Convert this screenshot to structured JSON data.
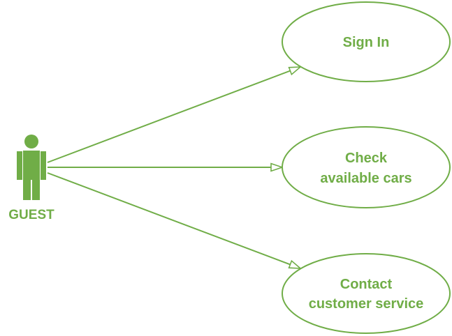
{
  "colors": {
    "accent": "#70ad47",
    "background": "#ffffff"
  },
  "actor": {
    "icon": "person-icon",
    "label": "GUEST"
  },
  "use_cases": [
    {
      "lines": [
        "Sign In"
      ]
    },
    {
      "lines": [
        "Check",
        "available cars"
      ]
    },
    {
      "lines": [
        "Contact",
        "customer service"
      ]
    }
  ]
}
